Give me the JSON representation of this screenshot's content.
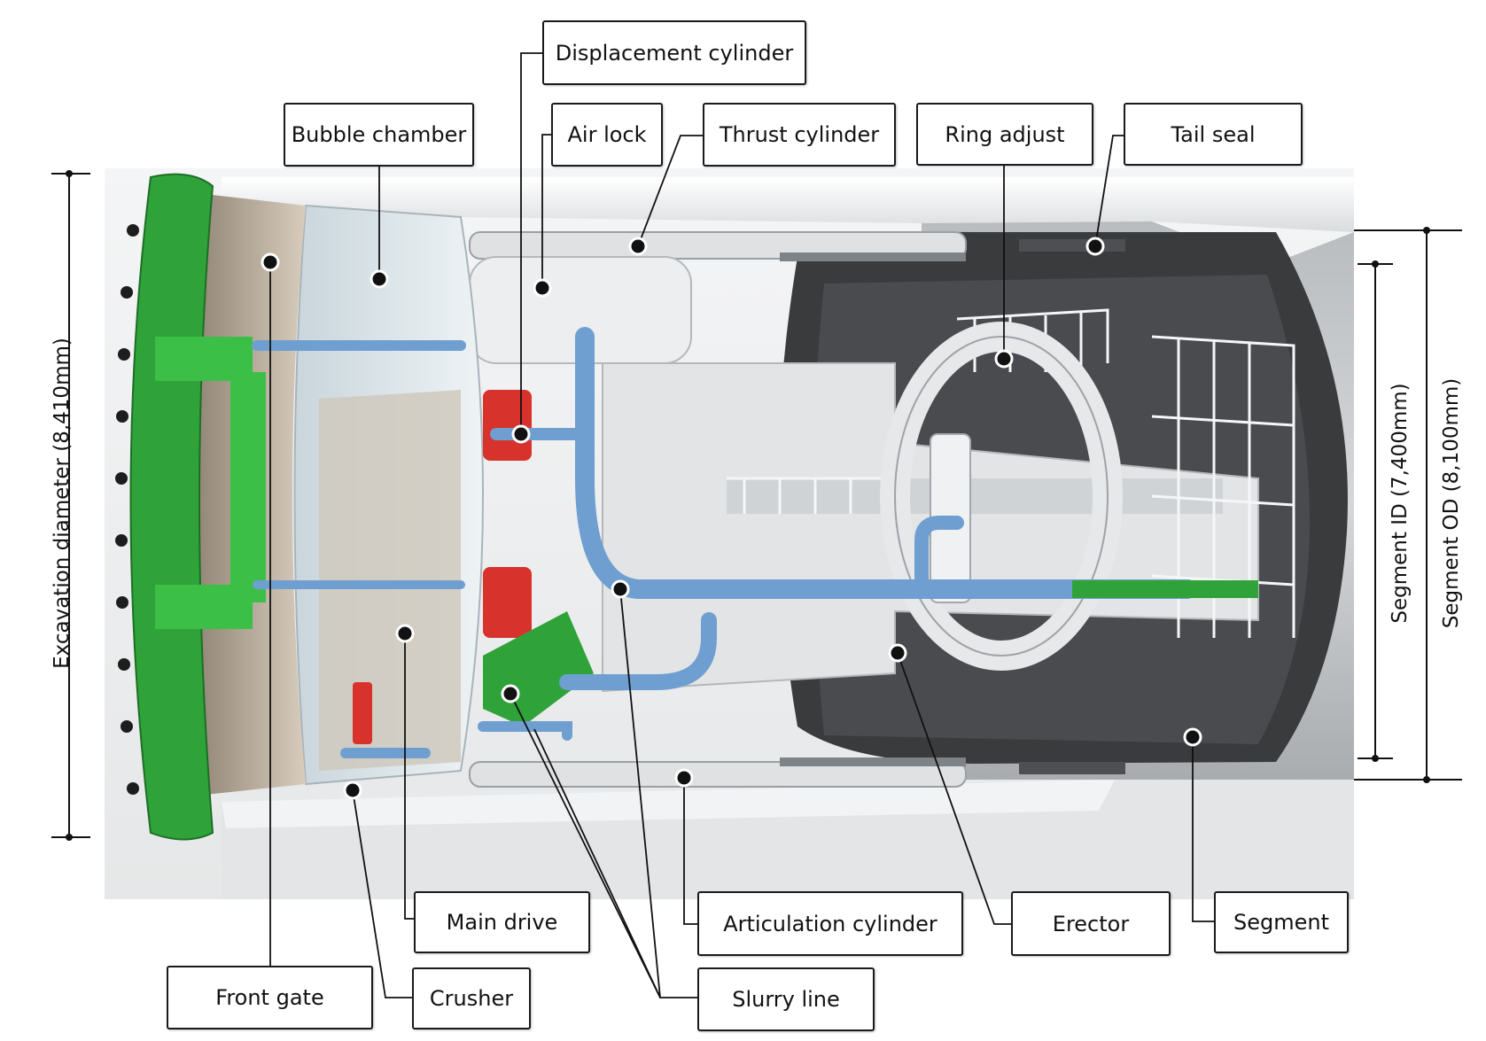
{
  "callouts": {
    "displacement_cylinder": "Displacement cylinder",
    "bubble_chamber": "Bubble chamber",
    "air_lock": "Air lock",
    "thrust_cylinder": "Thrust cylinder",
    "ring_adjust": "Ring adjust",
    "tail_seal": "Tail seal",
    "main_drive": "Main drive",
    "articulation_cylinder": "Articulation cylinder",
    "erector": "Erector",
    "segment": "Segment",
    "front_gate": "Front gate",
    "crusher": "Crusher",
    "slurry_line": "Slurry line"
  },
  "dimensions": {
    "excavation_diameter": "Excavation diameter (8,410mm)",
    "segment_id": "Segment ID (7,400mm)",
    "segment_od": "Segment OD (8,100mm)"
  },
  "colors": {
    "cutterhead": "#2fa33a",
    "pipework": "#6f9fd0",
    "motors": "#d8322c",
    "shield": "#e9ebec",
    "segment_lining": "#3a3b3d"
  }
}
